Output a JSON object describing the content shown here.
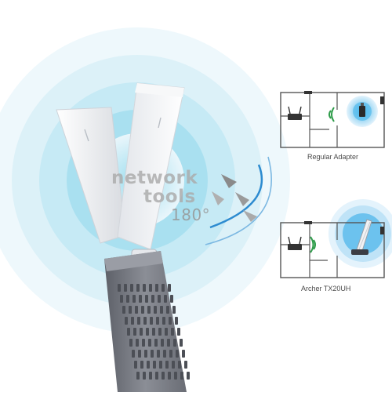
{
  "watermark": {
    "line1": "network",
    "line2": "tools"
  },
  "rotation_label": "180°",
  "panels": [
    {
      "caption": "Regular Adapter"
    },
    {
      "caption": "Archer TX20UH"
    }
  ],
  "colors": {
    "glow_outer": "#e6f4fa",
    "glow_mid": "#c9ecf6",
    "glow_core": "#8ed8ec",
    "accent_blue": "#1b8fd6",
    "wifi_green": "#2e9c4a",
    "antenna_white": "#f3f4f6",
    "body_gray": "#7d8088"
  }
}
